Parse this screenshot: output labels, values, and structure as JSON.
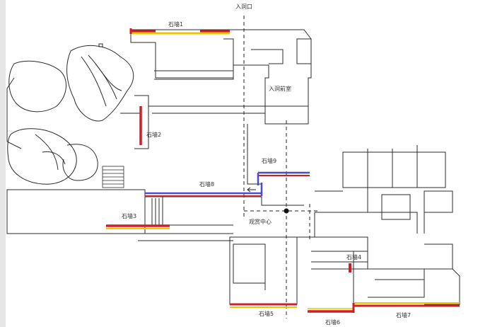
{
  "diagram": {
    "labels": {
      "entrance": "入洞口",
      "entrance_room": "入洞前室",
      "view_center": "观赏中心",
      "wall_1": "石墙1",
      "wall_2": "石墙2",
      "wall_3": "石墙3",
      "wall_4": "石墙4",
      "wall_5": "石墙5",
      "wall_6": "石墙6",
      "wall_7": "石墙7",
      "wall_8": "石墙8",
      "wall_9": "石墙9"
    },
    "colors": {
      "line": "#2b2b2b",
      "red_wall": "#cc1f2a",
      "yellow_wall": "#f2c400",
      "blue_wall": "#4b4bd0",
      "axis": "#222222"
    }
  }
}
